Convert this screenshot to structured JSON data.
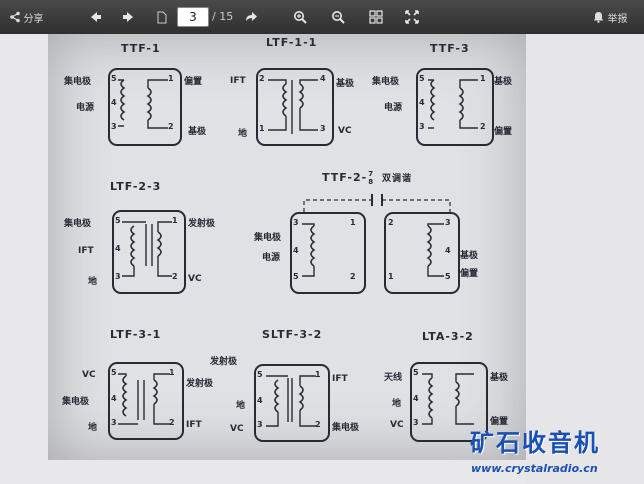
{
  "toolbar": {
    "share_label": "分享",
    "prev_icon": "arrow-left-icon",
    "next_icon": "arrow-right-icon",
    "page_number": "3",
    "page_total": "/ 15",
    "goto_icon": "arrow-goto-icon",
    "zoom_in_icon": "zoom-in-icon",
    "zoom_out_icon": "zoom-out-icon",
    "grid_icon": "grid-view-icon",
    "fullscreen_icon": "fullscreen-icon",
    "bell_label": "举报"
  },
  "diagram": {
    "ttf1": {
      "title": "TTF-1",
      "collector": "集电极",
      "power": "电源",
      "bias": "偏置",
      "base": "基极",
      "pins": [
        "5",
        "4",
        "3",
        "1",
        "2"
      ]
    },
    "ltf11": {
      "title": "LTF-1-1",
      "ift": "IFT",
      "ground": "地",
      "base": "基极",
      "vc": "VC",
      "pins": [
        "2",
        "1",
        "4",
        "3"
      ]
    },
    "ttf3": {
      "title": "TTF-3",
      "collector": "集电极",
      "power": "电源",
      "base": "基极",
      "bias": "偏置",
      "pins": [
        "5",
        "4",
        "3",
        "1",
        "2"
      ]
    },
    "ltf23": {
      "title": "LTF-2-3",
      "collector": "集电极",
      "ift": "IFT",
      "ground": "地",
      "emitter": "发射极",
      "vc": "VC",
      "pins": [
        "5",
        "4",
        "3",
        "1",
        "2"
      ]
    },
    "ttf278": {
      "title": "TTF-2-",
      "frac_top": "7",
      "frac_bottom": "8",
      "suffix": "双调谐",
      "collector": "集电极",
      "power": "电源",
      "base": "基极",
      "bias": "偏置",
      "pins_left": [
        "3",
        "4",
        "5",
        "1",
        "2"
      ],
      "pins_right": [
        "2",
        "1",
        "3",
        "4",
        "5"
      ]
    },
    "ltf31": {
      "title": "LTF-3-1",
      "vc": "VC",
      "collector": "集电极",
      "ground": "地",
      "emitter": "发射极",
      "ift": "IFT",
      "pins": [
        "5",
        "4",
        "3",
        "1",
        "2"
      ]
    },
    "sltf32": {
      "title": "SLTF-3-2",
      "emitter": "发射极",
      "ground": "地",
      "vc": "VC",
      "ift": "IFT",
      "collector": "集电极",
      "pins": [
        "5",
        "4",
        "3",
        "1",
        "2"
      ]
    },
    "lta32": {
      "title": "LTA-3-2",
      "antenna": "天线",
      "ground": "地",
      "vc": "VC",
      "base": "基极",
      "bias": "偏置",
      "pins": [
        "5",
        "4",
        "3"
      ]
    }
  },
  "watermark": {
    "brand": "矿石收音机",
    "url": "www.crystalradio.cn"
  }
}
